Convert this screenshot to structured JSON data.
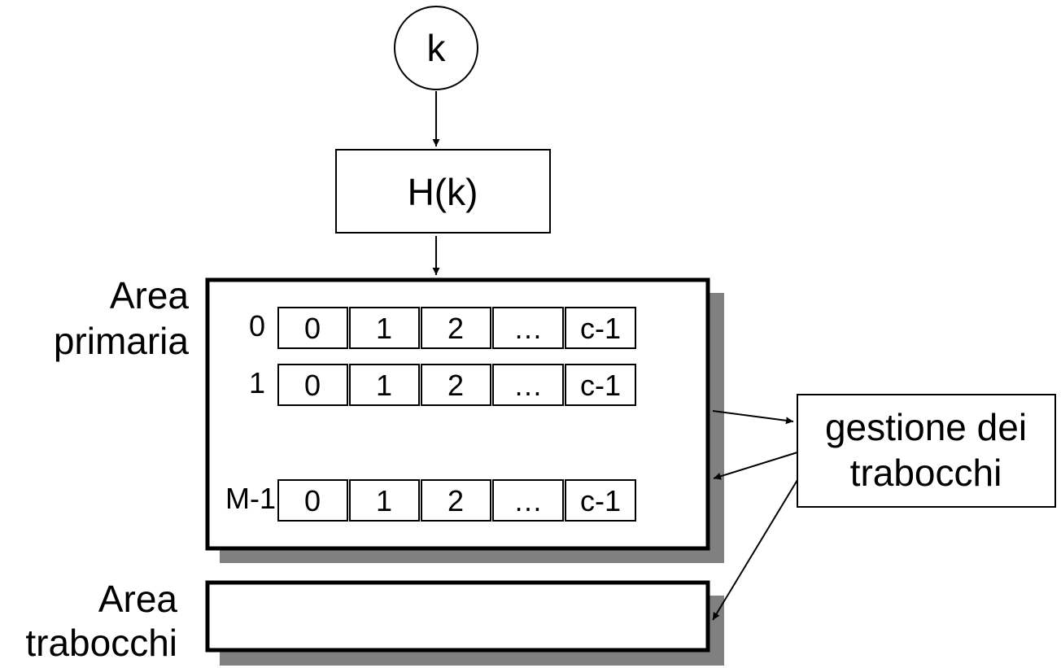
{
  "key_label": "k",
  "hash_label": "H(k)",
  "primary_area": {
    "line1": "Area",
    "line2": "primaria"
  },
  "overflow_area": {
    "line1": "Area",
    "line2": "trabocchi"
  },
  "overflow_manager": {
    "line1": "gestione dei",
    "line2": "trabocchi"
  },
  "buckets": [
    {
      "label": "0",
      "cells": [
        "0",
        "1",
        "2",
        "…",
        "c-1"
      ]
    },
    {
      "label": "1",
      "cells": [
        "0",
        "1",
        "2",
        "…",
        "c-1"
      ]
    },
    {
      "label": "M-1",
      "cells": [
        "0",
        "1",
        "2",
        "…",
        "c-1"
      ]
    }
  ],
  "colors": {
    "line": "#000000",
    "shadow": "#808080",
    "background": "#ffffff"
  }
}
